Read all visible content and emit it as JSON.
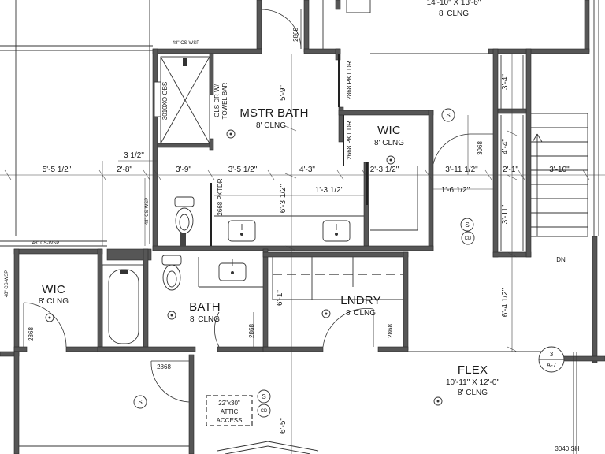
{
  "rooms": {
    "top_room_size": "14'-10\" X 13'-6\"",
    "top_room_clng": "8' CLNG",
    "master_bath": "MSTR BATH",
    "master_bath_clng": "8' CLNG",
    "wic_master": "WIC",
    "wic_master_clng": "8' CLNG",
    "wic_left": "WIC",
    "wic_left_clng": "8' CLNG",
    "bath": "BATH",
    "bath_clng": "8' CLNG",
    "laundry": "LNDRY",
    "laundry_clng": "8' CLNG",
    "flex": "FLEX",
    "flex_size": "10'-11\" X 12'-0\"",
    "flex_clng": "8' CLNG"
  },
  "dimensions": {
    "d_5_5_half": "5'-5 1/2\"",
    "d_2_8": "2'-8\"",
    "d_3_half": "3 1/2\"",
    "d_3_9": "3'-9\"",
    "d_3_5_half": "3'-5 1/2\"",
    "d_4_3": "4'-3\"",
    "d_2_3_half": "2'-3 1/2\"",
    "d_3_11_half": "3'-11 1/2\"",
    "d_2_1": "2'-1\"",
    "d_3_10": "3'-10\"",
    "d_1_3_half": "1'-3 1/2\"",
    "d_1_6_half": "1'-6 1/2\"",
    "d_5_9": "5'-9\"",
    "d_6_3_half": "6'-3 1/2\"",
    "d_3_4": "3'-4\"",
    "d_4_4": "4'-4\"",
    "d_3_11": "3'-11\"",
    "d_6_1": "6'-1\"",
    "d_6_4_half": "6'-4 1/2\"",
    "d_6_5": "6'-5\""
  },
  "doors": {
    "dr_2868_a": "2868",
    "dr_2868_b": "2868",
    "dr_2868_c": "2868",
    "dr_2868_d": "2868",
    "dr_2868_e": "2868",
    "pkt_dr_top": "2868 PKT DR",
    "pkt_dr_wic": "2668 PKT DR",
    "pktdr_wc": "2668 PKTDR",
    "dr_3068": "3068",
    "window_3040": "3040 SH"
  },
  "notes": {
    "cs_wsp_top": "48\" CS-WSP",
    "cs_wsp_mid": "48\" CS-WSP",
    "cs_wsp_wall": "48\" CS-WSP",
    "cs_wsp_left": "48\" CS-WSP",
    "shower_obs": "3010XO OBS",
    "gls_dr_line1": "GLS DR W/",
    "gls_dr_line2": "TOWEL BAR",
    "attic_line1": "22\"x30\"",
    "attic_line2": "ATTIC",
    "attic_line3": "ACCESS",
    "stair_dn": "DN"
  },
  "symbols": {
    "smoke": "S",
    "co": "CD",
    "section_num": "3",
    "section_sheet": "A-7"
  }
}
